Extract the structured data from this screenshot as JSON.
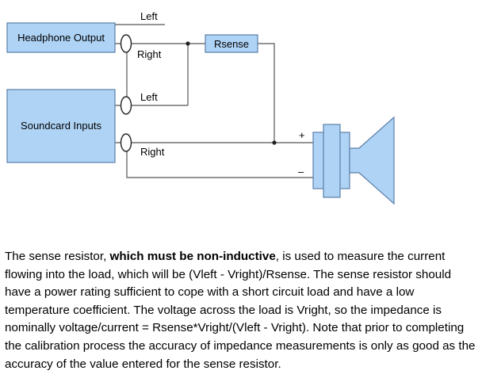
{
  "colors": {
    "box_fill": "#aed3f5",
    "box_stroke": "#5a7fa8",
    "wire": "#555555",
    "text": "#000000"
  },
  "diagram": {
    "headphone_box": "Headphone Output",
    "soundcard_box": "Soundcard Inputs",
    "resistor_label": "Rsense",
    "label_hp_left": "Left",
    "label_hp_right": "Right",
    "label_sc_left": "Left",
    "label_sc_right": "Right",
    "plus_sign": "+",
    "minus_sign": "–",
    "icons": [
      "connector-ring-icon",
      "speaker-icon",
      "junction-dot-icon"
    ]
  },
  "caption": {
    "part1": "The sense resistor, ",
    "bold": "which must be non-inductive",
    "part2": ", is used to measure the current flowing into the load, which will be (Vleft - Vright)/Rsense. The sense resistor should have a power rating sufficient to cope with a short circuit load and have a low temperature coefficient. The voltage across the load is Vright, so the impedance is nominally voltage/current = Rsense*Vright/(Vleft - Vright). Note that prior to completing the calibration process the accuracy of impedance measurements is only as good as the accuracy of the value entered for the sense resistor."
  }
}
